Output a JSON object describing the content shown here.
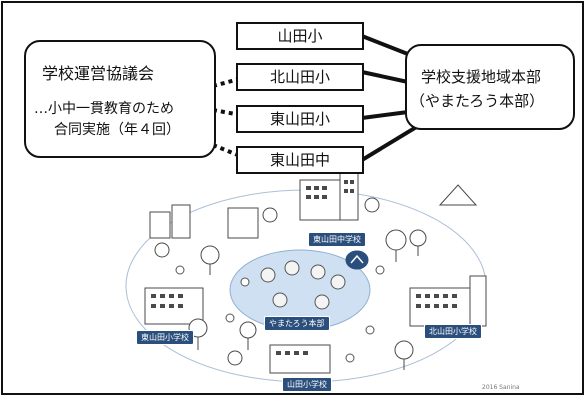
{
  "council": {
    "title": "学校運営協議会",
    "line1": "…小中一貫教育のため",
    "line2": "合同実施（年４回）"
  },
  "schools": [
    "山田小",
    "北山田小",
    "東山田小",
    "東山田中"
  ],
  "support": {
    "line1": "学校支援地域本部",
    "line2": "（やまたろう本部）"
  },
  "illustration": {
    "labels": {
      "higashi_jhs": "東山田中学校",
      "higashi_es": "東山田小学校",
      "kita_es": "北山田小学校",
      "yamada_es": "山田小学校",
      "center": "やまたろう本部"
    },
    "credit": "2016 Sanina"
  }
}
